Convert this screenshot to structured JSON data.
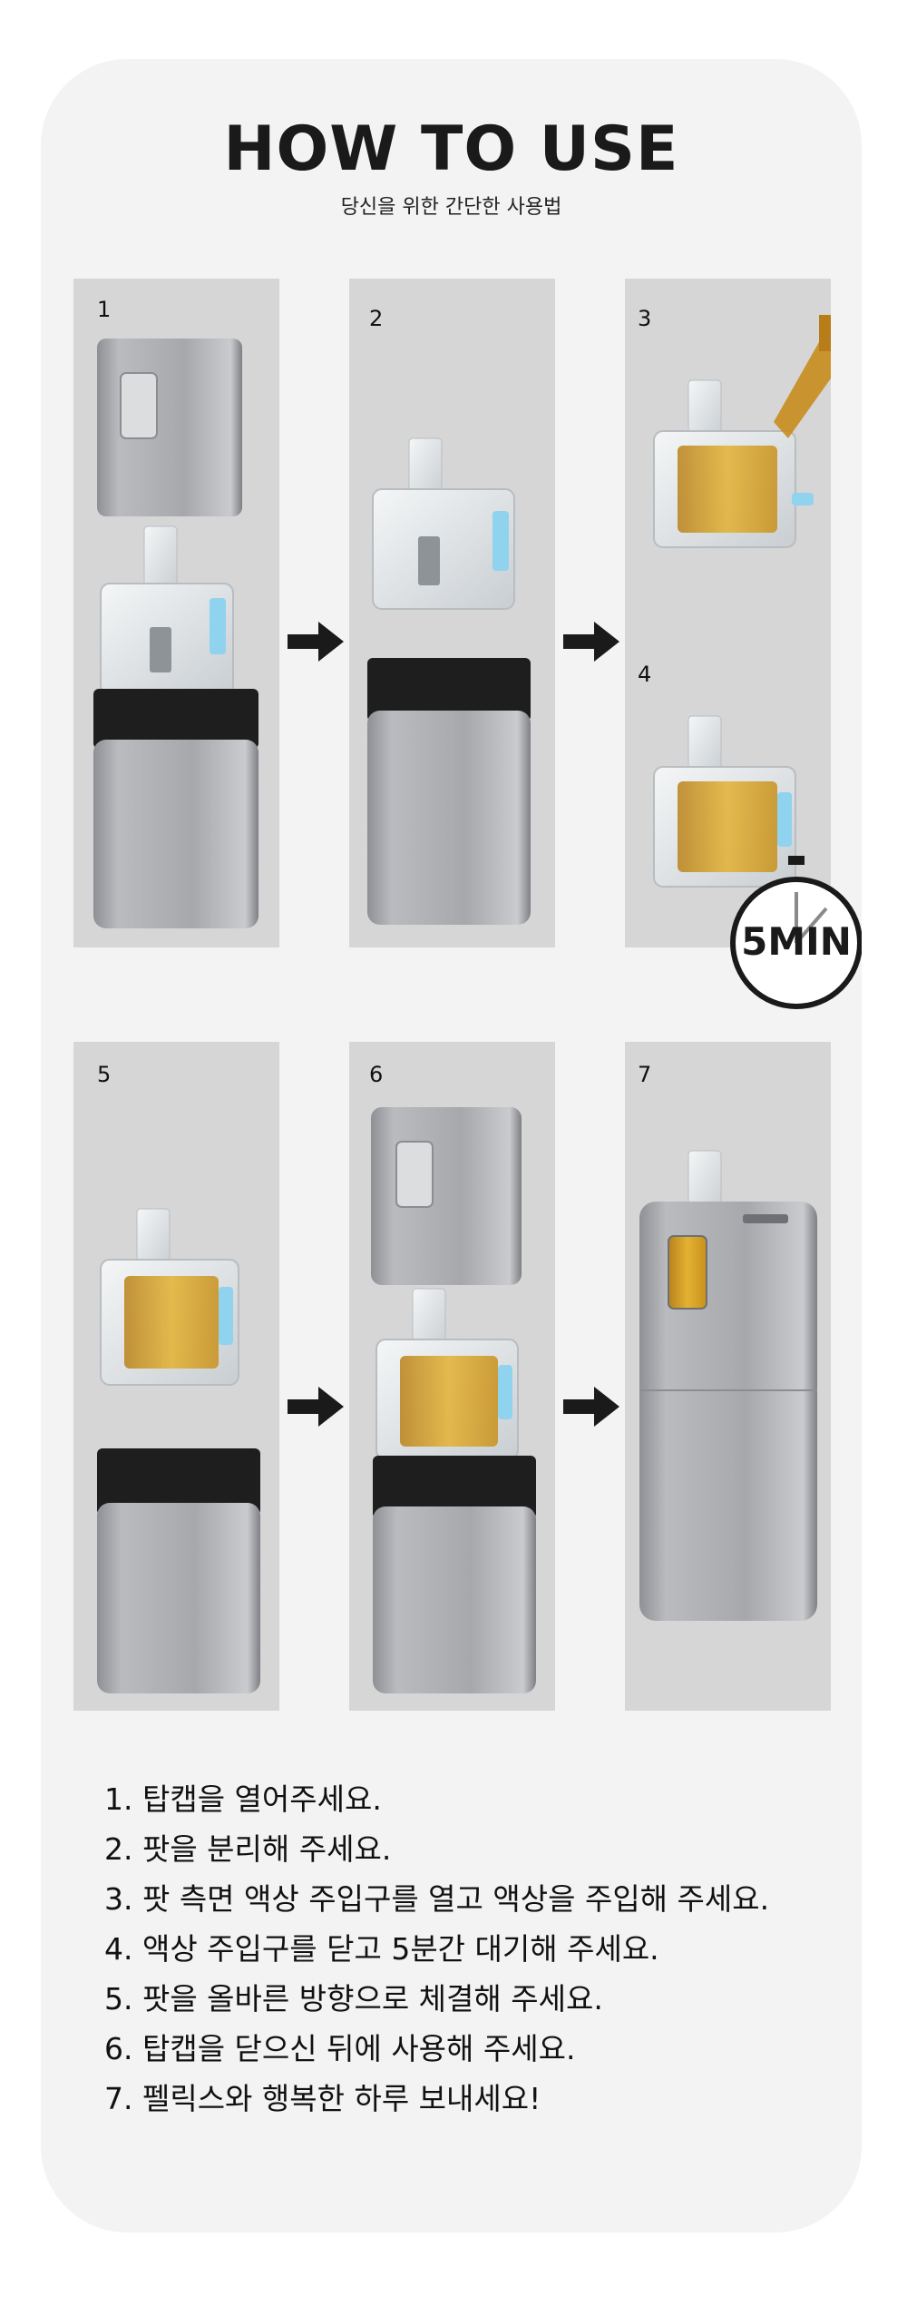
{
  "header": {
    "title": "HOW TO USE",
    "subtitle": "당신을 위한 간단한 사용법"
  },
  "panels": [
    "1",
    "2",
    "3",
    "4",
    "5",
    "6",
    "7"
  ],
  "timer": {
    "label": "5MIN"
  },
  "steps": [
    "1. 탑캡을 열어주세요.",
    "2. 팟을 분리해 주세요.",
    "3. 팟 측면 액상 주입구를 열고 액상을 주입해 주세요.",
    "4. 액상 주입구를 닫고 5분간 대기해 주세요.",
    "5. 팟을 올바른 방향으로 체결해 주세요.",
    "6. 탑캡을 닫으신 뒤에 사용해 주세요.",
    "7. 펠릭스와 행복한 하루 보내세요!"
  ],
  "colors": {
    "card": "#f3f3f3",
    "panel": "#d6d6d6",
    "metal": "#a9abaf",
    "liquid": "#d9a41e",
    "accent_blue": "#8fd3ef",
    "text": "#111111"
  },
  "icons": [
    "arrow-right-icon",
    "stopwatch-icon"
  ]
}
